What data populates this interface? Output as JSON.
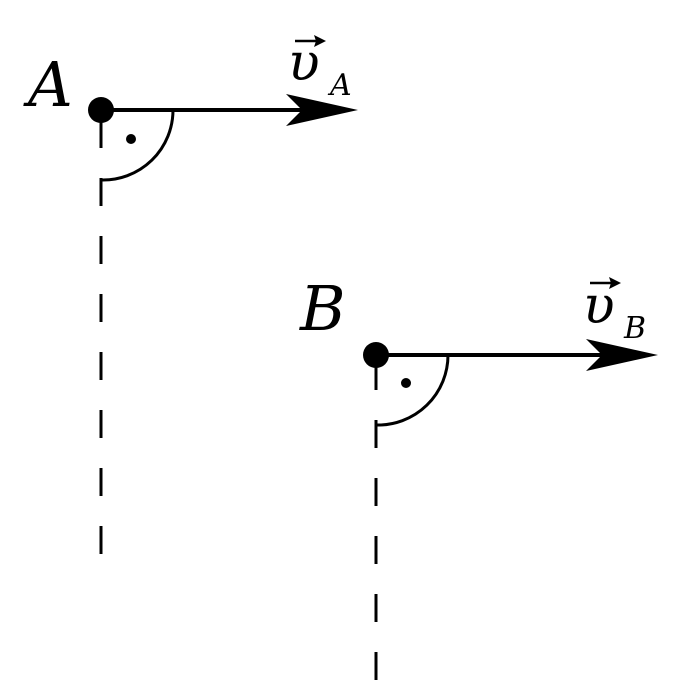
{
  "points": [
    {
      "id": "A",
      "label": "A",
      "vector_symbol": "υ",
      "vector_subscript": "A",
      "right_angle_marker": true
    },
    {
      "id": "B",
      "label": "B",
      "vector_symbol": "υ",
      "vector_subscript": "B",
      "right_angle_marker": true
    }
  ],
  "colors": {
    "ink": "#000000",
    "background": "#ffffff"
  }
}
